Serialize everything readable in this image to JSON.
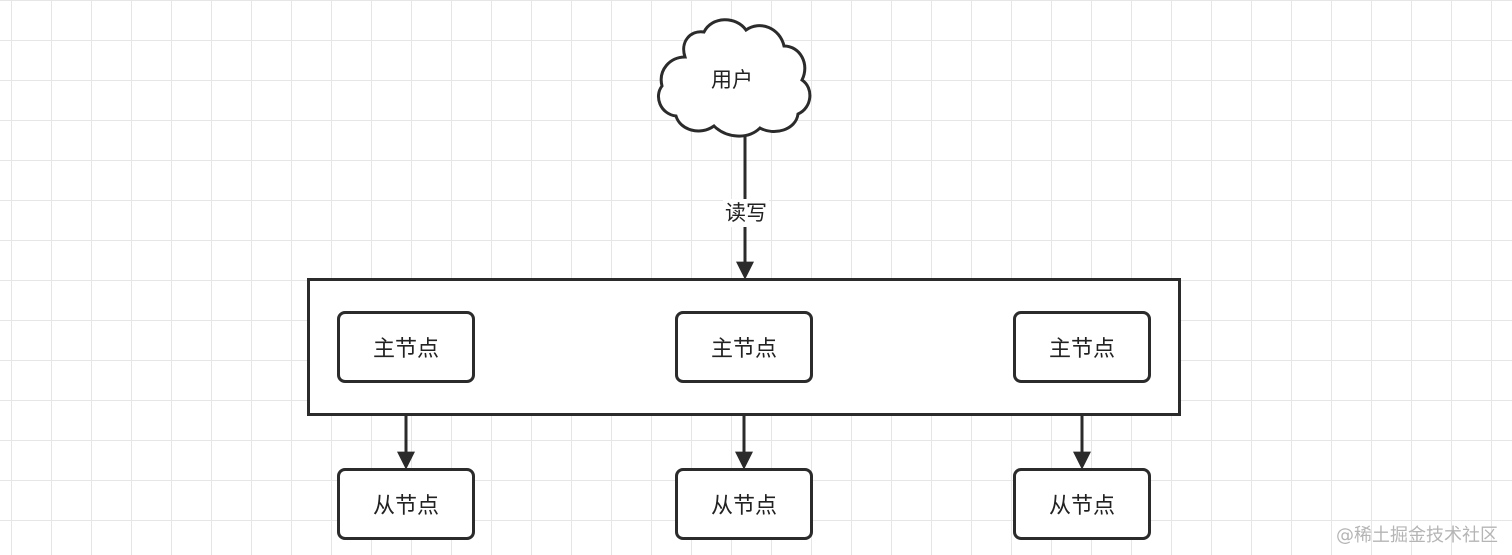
{
  "diagram": {
    "user": {
      "label": "用户"
    },
    "edge_label": "读写",
    "master_nodes": [
      {
        "label": "主节点"
      },
      {
        "label": "主节点"
      },
      {
        "label": "主节点"
      }
    ],
    "slave_nodes": [
      {
        "label": "从节点"
      },
      {
        "label": "从节点"
      },
      {
        "label": "从节点"
      }
    ]
  },
  "watermark": "@稀土掘金技术社区"
}
